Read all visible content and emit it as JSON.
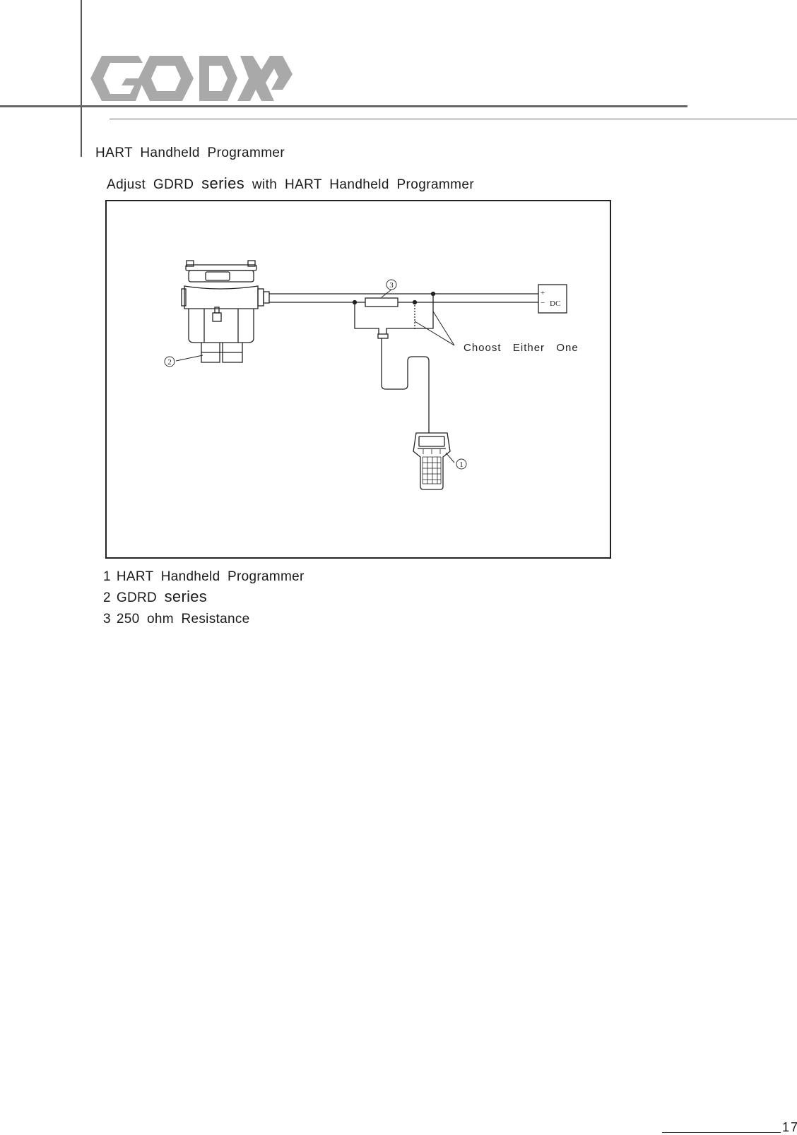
{
  "header": {
    "logo_text": "GODA"
  },
  "section": {
    "title": "HART  Handheld  Programmer"
  },
  "subtitle": {
    "prefix": "Adjust  GDRD ",
    "series_word": "series",
    "suffix": "  with  HART  Handheld  Programmer"
  },
  "diagram": {
    "marker_1": "①",
    "marker_2": "②",
    "marker_3": "③",
    "power_plus": "+",
    "power_minus": "−",
    "power_label": "DC",
    "choose_label": "Choost  Either  One"
  },
  "legend": [
    {
      "num": "1",
      "text": "HART  Handheld  Programmer",
      "extra": ""
    },
    {
      "num": "2",
      "text": "GDRD ",
      "extra": "series"
    },
    {
      "num": "3",
      "text": "250  ohm  Resistance",
      "extra": ""
    }
  ],
  "footer": {
    "page_number": "17"
  }
}
